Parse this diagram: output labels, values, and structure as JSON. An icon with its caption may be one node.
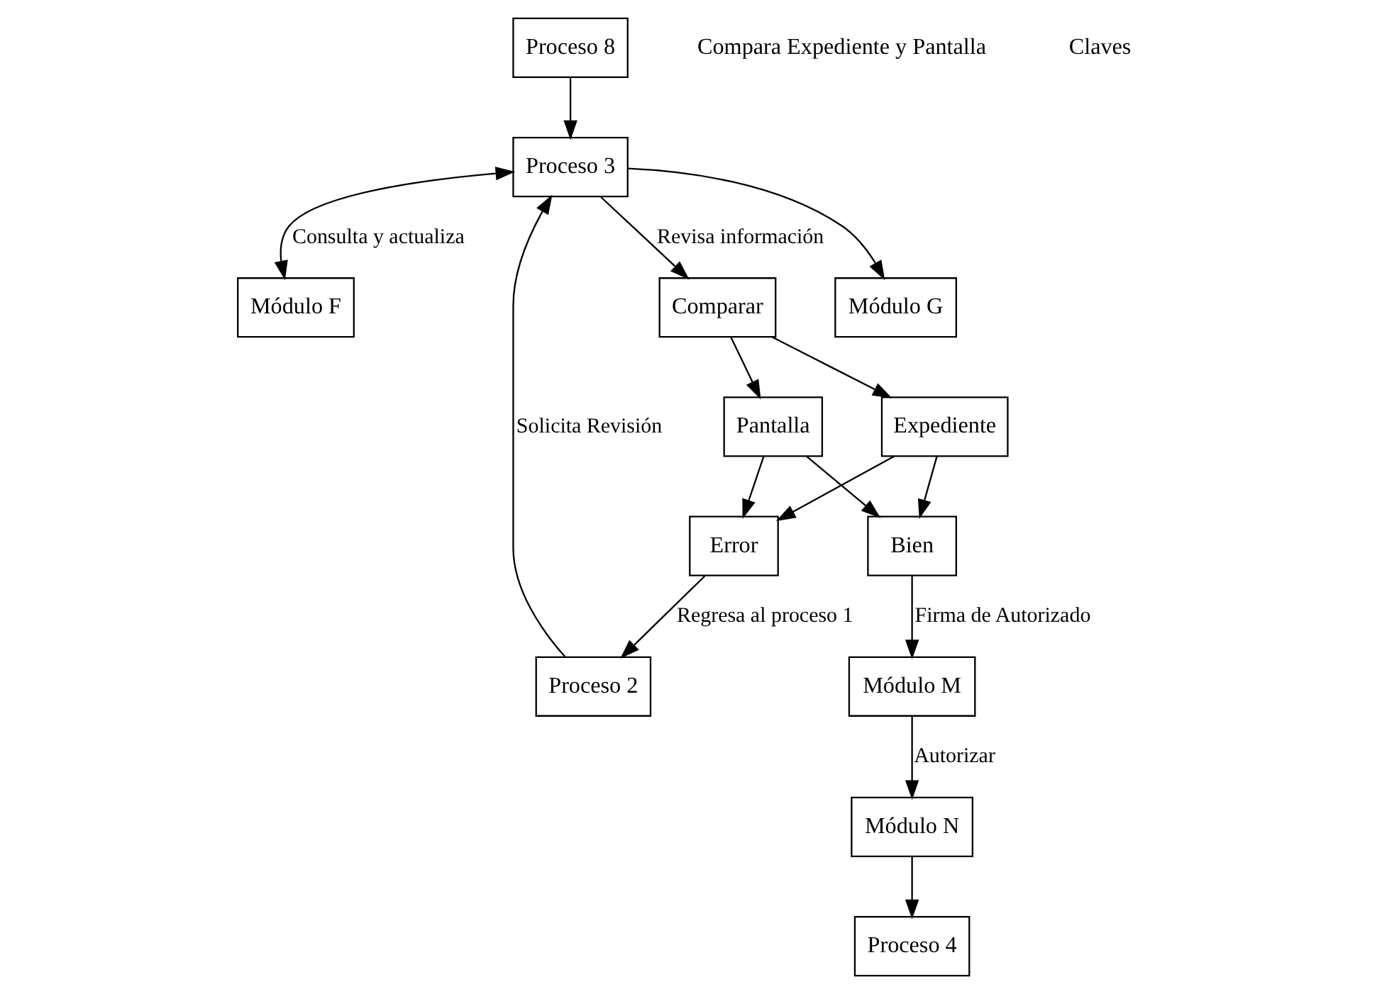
{
  "diagram": {
    "nodes": [
      {
        "text": [
          "Módulo F"
        ]
      },
      {
        "text": [
          "Proceso 2"
        ]
      },
      {
        "text": [
          "Módulo N"
        ]
      },
      {
        "text": [
          "Proceso 4"
        ]
      },
      {
        "text": [
          "Proceso 3"
        ]
      },
      {
        "text": [
          "Proceso 8"
        ]
      },
      {
        "text": [
          "Módulo G"
        ]
      },
      {
        "text": [
          "Comparar"
        ]
      },
      {
        "text": [
          "Pantalla"
        ]
      },
      {
        "text": [
          "Expediente"
        ]
      },
      {
        "text": [
          "Módulo M"
        ]
      },
      {
        "text": [
          "Error"
        ]
      },
      {
        "text": [
          "Bien"
        ]
      }
    ],
    "edges": [
      {
        "from": 4,
        "to": 0,
        "arrow": "both",
        "label": "Consulta y actualiza"
      },
      {
        "from": 1,
        "to": 4,
        "arrow": "to",
        "label": "Solicita Revisión"
      },
      {
        "from": 2,
        "to": 3,
        "arrow": "to"
      },
      {
        "from": 10,
        "to": 2,
        "arrow": "to",
        "label": "Autorizar"
      },
      {
        "from": 5,
        "to": 4,
        "arrow": "to"
      },
      {
        "from": 4,
        "to": 6,
        "arrow": "to"
      },
      {
        "from": 4,
        "to": 7,
        "arrow": "to",
        "label": "Revisa información"
      },
      {
        "from": 7,
        "to": 8,
        "arrow": "to"
      },
      {
        "from": 7,
        "to": 9,
        "arrow": "to"
      },
      {
        "from": 8,
        "to": 11,
        "arrow": "to"
      },
      {
        "from": 8,
        "to": 12,
        "arrow": "to"
      },
      {
        "from": 9,
        "to": 11,
        "arrow": "to"
      },
      {
        "from": 9,
        "to": 12,
        "arrow": "to"
      },
      {
        "from": 12,
        "to": 10,
        "arrow": "to",
        "label": "Firma de Autorizado"
      },
      {
        "from": 11,
        "to": 1,
        "arrow": "to",
        "label": "Regresa al proceso 1"
      }
    ],
    "labels": [
      "Compara Expediente y Pantalla",
      "Claves"
    ]
  }
}
